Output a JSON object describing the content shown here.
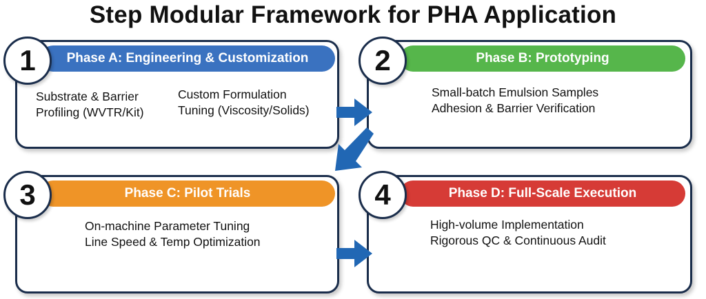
{
  "title": "Step Modular Framework for PHA Application",
  "colors": {
    "phase_a": "#3a72c0",
    "phase_b": "#56b64b",
    "phase_c": "#ef9427",
    "phase_d": "#d63b36",
    "arrow": "#2167b4",
    "border": "#1a2d4b"
  },
  "phases": [
    {
      "number": "1",
      "label": "Phase A: Engineering & Customization",
      "items": [
        {
          "lines": [
            "Substrate & Barrier",
            "Profiling (WVTR/Kit)"
          ]
        },
        {
          "lines": [
            "Custom Formulation",
            "Tuning (Viscosity/Solids)"
          ]
        }
      ]
    },
    {
      "number": "2",
      "label": "Phase B: Prototyping",
      "items": [
        {
          "lines": [
            "Small-batch Emulsion Samples",
            "Adhesion & Barrier Verification"
          ]
        }
      ]
    },
    {
      "number": "3",
      "label": "Phase C: Pilot Trials",
      "items": [
        {
          "lines": [
            "On-machine Parameter Tuning",
            "Line Speed & Temp Optimization"
          ]
        }
      ]
    },
    {
      "number": "4",
      "label": "Phase D: Full-Scale Execution",
      "items": [
        {
          "lines": [
            "High-volume Implementation",
            "Rigorous QC & Continuous Audit"
          ]
        }
      ]
    }
  ],
  "flow_arrows": [
    {
      "from": "1",
      "to": "2",
      "direction": "right"
    },
    {
      "from": "2",
      "to": "3",
      "direction": "down-left"
    },
    {
      "from": "3",
      "to": "4",
      "direction": "right"
    }
  ]
}
